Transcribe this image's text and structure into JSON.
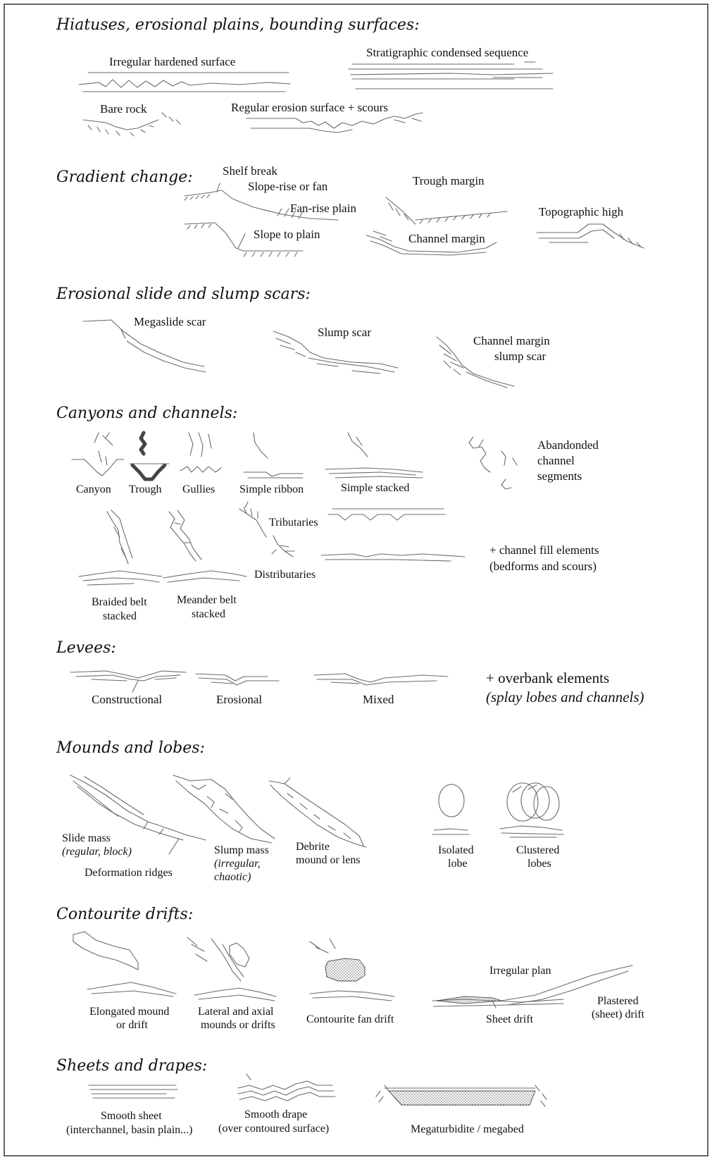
{
  "sections": {
    "hiatuses": {
      "heading": "Hiatuses, erosional plains, bounding surfaces:",
      "irregular_hardened_surface": "Irregular hardened surface",
      "stratigraphic_condensed_sequence": "Stratigraphic condensed sequence",
      "bare_rock": "Bare rock",
      "regular_erosion_surface": "Regular erosion surface + scours"
    },
    "gradient": {
      "heading": "Gradient change:",
      "shelf_break": "Shelf break",
      "slope_rise": "Slope-rise  or fan",
      "fan_rise_plain": "Fan-rise plain",
      "slope_to_plain": "Slope to plain",
      "trough_margin": "Trough margin",
      "channel_margin": "Channel margin",
      "topographic_high": "Topographic high"
    },
    "slide": {
      "heading": "Erosional slide and slump scars:",
      "megaslide_scar": "Megaslide scar",
      "slump_scar": "Slump scar",
      "channel_margin_slump_1": "Channel margin",
      "channel_margin_slump_2": "slump scar"
    },
    "canyons": {
      "heading": "Canyons and channels:",
      "canyon": "Canyon",
      "trough": "Trough",
      "gullies": "Gullies",
      "simple_ribbon": "Simple ribbon",
      "simple_stacked": "Simple stacked",
      "abandoned_1": "Abandonded",
      "abandoned_2": "channel",
      "abandoned_3": "segments",
      "tributaries": "Tributaries",
      "distributaries": "Distributaries",
      "fill_1": "+ channel fill elements",
      "fill_2": "(bedforms and scours)",
      "braided_1": "Braided belt",
      "braided_2": "stacked",
      "meander_1": "Meander belt",
      "meander_2": "stacked"
    },
    "levees": {
      "heading": "Levees:",
      "constructional": "Constructional",
      "erosional": "Erosional",
      "mixed": "Mixed",
      "overbank_1": "+ overbank elements",
      "overbank_2": "(splay lobes and channels)"
    },
    "mounds": {
      "heading": "Mounds and lobes:",
      "slide_mass_1": "Slide mass",
      "slide_mass_2": "(regular, block)",
      "deformation_ridges": "Deformation ridges",
      "slump_mass_1": "Slump mass",
      "slump_mass_2": "(irregular,",
      "slump_mass_3": "chaotic)",
      "debrite_1": "Debrite",
      "debrite_2": "mound or lens",
      "isolated_1": "Isolated",
      "isolated_2": "lobe",
      "clustered_1": "Clustered",
      "clustered_2": "lobes"
    },
    "contourite": {
      "heading": "Contourite drifts:",
      "elongated_1": "Elongated mound",
      "elongated_2": "or drift",
      "lateral_1": "Lateral and axial",
      "lateral_2": "mounds or drifts",
      "fan_drift": "Contourite fan drift",
      "irregular_plan": "Irregular plan",
      "sheet_drift": "Sheet drift",
      "plastered_1": "Plastered",
      "plastered_2": "(sheet) drift"
    },
    "sheets": {
      "heading": "Sheets and drapes:",
      "smooth_sheet_1": "Smooth sheet",
      "smooth_sheet_2": "(interchannel, basin plain...)",
      "smooth_drape_1": "Smooth drape",
      "smooth_drape_2": "(over contoured surface)",
      "megaturbidite": "Megaturbidite / megabed"
    }
  }
}
